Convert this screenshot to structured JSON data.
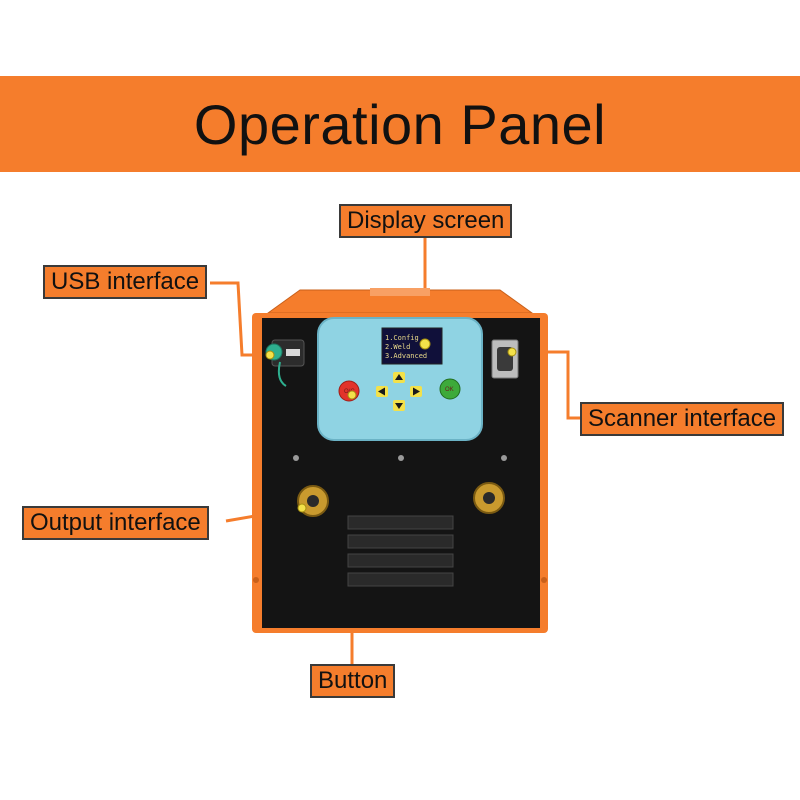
{
  "title": "Operation Panel",
  "callouts": {
    "display_screen": "Display screen",
    "usb_interface": "USB interface",
    "scanner_interface": "Scanner interface",
    "output_interface": "Output interface",
    "button": "Button"
  },
  "screen": {
    "lines": [
      "1.Config",
      "2.Weld",
      "3.Advanced"
    ]
  },
  "buttons": {
    "stop_label": "O/C",
    "ok_label": "OK"
  },
  "colors": {
    "accent": "#f57d2c",
    "device_body": "#141414",
    "panel": "#8fd3e3",
    "keypad_yellow": "#f3e14a",
    "button_red": "#e2332b",
    "button_green": "#3daa3a"
  }
}
